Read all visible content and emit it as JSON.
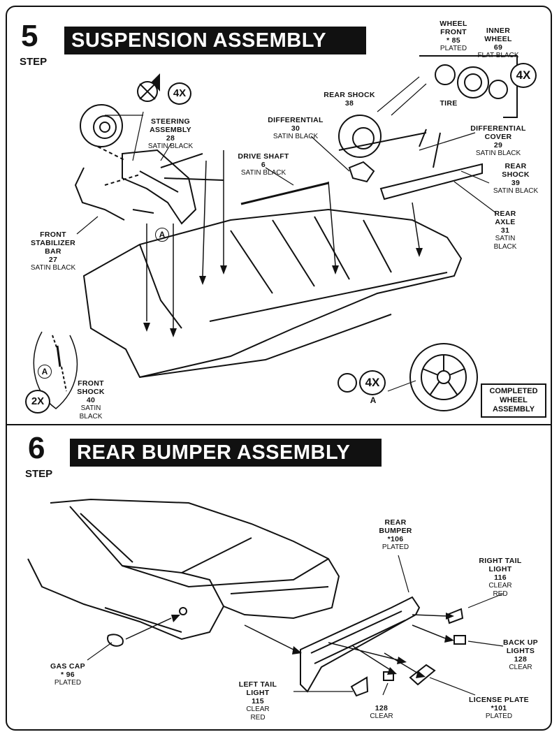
{
  "step5": {
    "number": "5",
    "step_label": "STEP",
    "title": "SUSPENSION ASSEMBLY",
    "qty_4x": "4X",
    "qty_2x": "2X",
    "callout_a": "A",
    "completed_wheel": "COMPLETED WHEEL ASSEMBLY",
    "parts": {
      "wheel_front": {
        "name": "WHEEL FRONT",
        "number": "* 85",
        "finish": "PLATED"
      },
      "inner_wheel": {
        "name": "INNER WHEEL",
        "number": "69",
        "finish": "FLAT BLACK"
      },
      "tire": {
        "name": "TIRE"
      },
      "rear_shock_38": {
        "name": "REAR SHOCK",
        "number": "38"
      },
      "differential": {
        "name": "DIFFERENTIAL",
        "number": "30",
        "finish": "SATIN BLACK"
      },
      "differential_cover": {
        "name": "DIFFERENTIAL COVER",
        "number": "29",
        "finish": "SATIN BLACK"
      },
      "steering": {
        "name": "STEERING ASSEMBLY",
        "number": "28",
        "finish": "SATIN BLACK"
      },
      "drive_shaft": {
        "name": "DRIVE SHAFT",
        "number": "6",
        "finish": "SATIN BLACK"
      },
      "rear_shock_39": {
        "name": "REAR SHOCK",
        "number": "39",
        "finish": "SATIN BLACK"
      },
      "rear_axle": {
        "name": "REAR AXLE",
        "number": "31",
        "finish": "SATIN BLACK"
      },
      "front_stabilizer": {
        "name": "FRONT STABILIZER BAR",
        "number": "27",
        "finish": "SATIN BLACK"
      },
      "front_shock": {
        "name": "FRONT SHOCK",
        "number": "40",
        "finish": "SATIN BLACK"
      }
    }
  },
  "step6": {
    "number": "6",
    "step_label": "STEP",
    "title": "REAR BUMPER ASSEMBLY",
    "parts": {
      "rear_bumper": {
        "name": "REAR BUMPER",
        "number": "*106",
        "finish": "PLATED"
      },
      "right_tail_light": {
        "name": "RIGHT TAIL LIGHT",
        "number": "116",
        "finish": "CLEAR",
        "color": "RED"
      },
      "back_up_lights": {
        "name": "BACK UP LIGHTS",
        "number": "128",
        "finish": "CLEAR"
      },
      "license_plate": {
        "name": "LICENSE PLATE",
        "number": "*101",
        "finish": "PLATED"
      },
      "clear_128": {
        "number": "128",
        "finish": "CLEAR"
      },
      "left_tail_light": {
        "name": "LEFT TAIL LIGHT",
        "number": "115",
        "finish": "CLEAR",
        "color": "RED"
      },
      "gas_cap": {
        "name": "GAS CAP",
        "number": "* 96",
        "finish": "PLATED"
      }
    }
  }
}
